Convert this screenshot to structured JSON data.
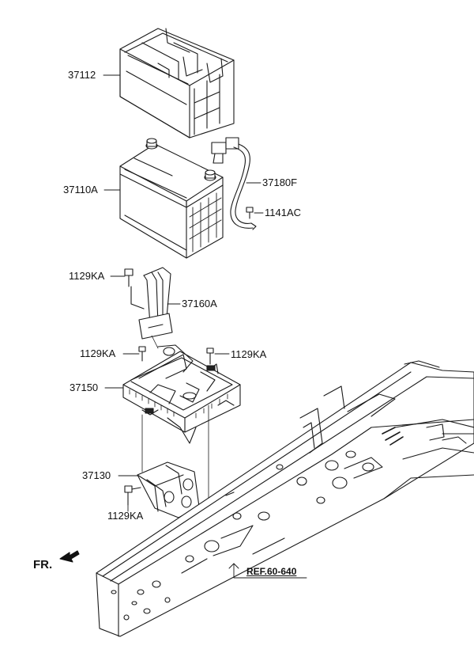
{
  "labels": {
    "tray_cover": "37112",
    "battery": "37110A",
    "cable": "37180F",
    "nut_cable": "1141AC",
    "bolt_clamp": "1129KA",
    "clamp": "37160A",
    "bolt_tray_left": "1129KA",
    "bolt_tray_right": "1129KA",
    "tray": "37150",
    "bracket": "37130",
    "bolt_bracket": "1129KA",
    "front": "FR.",
    "reference": "REF.60-640"
  }
}
